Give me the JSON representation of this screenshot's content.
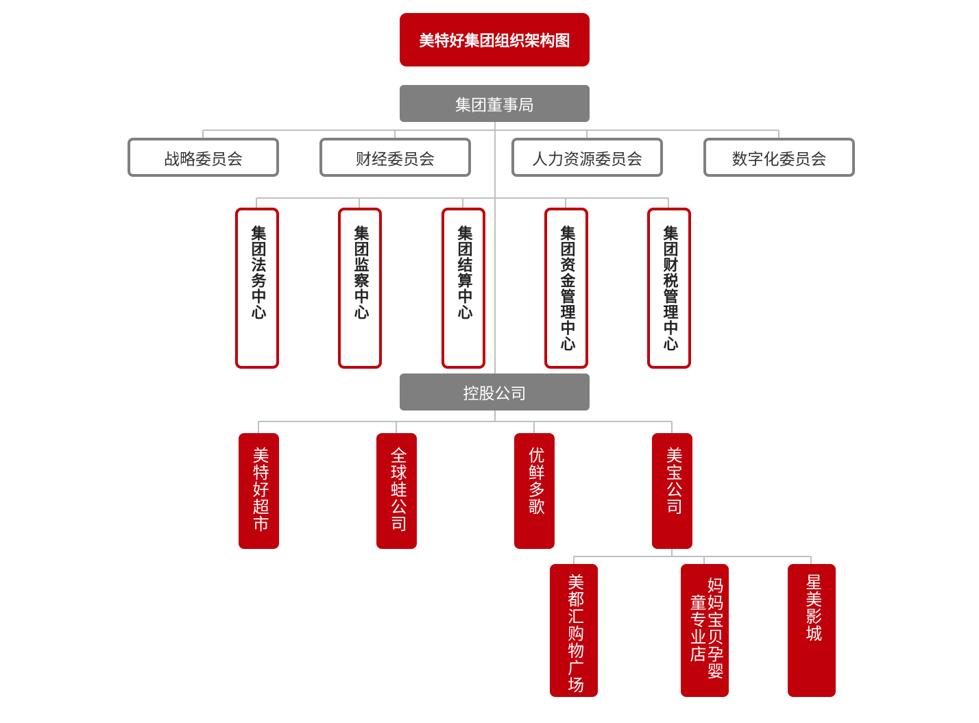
{
  "title": "美特好集团组织架构图",
  "board": "集团董事局",
  "committees": [
    "战略委员会",
    "财经委员会",
    "人力资源委员会",
    "数字化委员会"
  ],
  "centers": [
    "集团法务中心",
    "集团监察中心",
    "集团结算中心",
    "集团资金管理中心",
    "集团财税管理中心"
  ],
  "holding": "控股公司",
  "subsidiaries": [
    "美特好超市",
    "全球蛙公司",
    "优鲜多歌",
    "美宝公司"
  ],
  "stores": [
    "美都汇购物广场",
    "妈妈宝贝孕婴童专业店",
    "星美影城"
  ],
  "colors": {
    "red": "#c0000b",
    "gray": "#7f7f7f",
    "line": "#bfbfbf"
  }
}
